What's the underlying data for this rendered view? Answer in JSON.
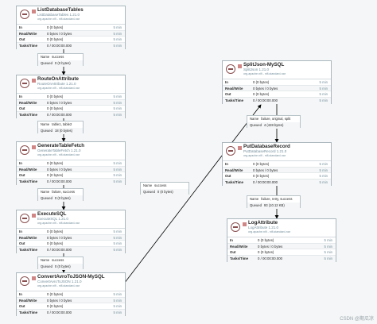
{
  "processors": [
    {
      "name": "ListDatabaseTables",
      "type": "ListDatabaseTables 1.21.0",
      "bundle": "org.apache.nifi - nifi-standard-nar",
      "stats": [
        {
          "label": "In",
          "value": "0 (0 bytes)",
          "period": "5 min"
        },
        {
          "label": "Read/Write",
          "value": "0 bytes / 0 bytes",
          "period": "5 min"
        },
        {
          "label": "Out",
          "value": "0 (0 bytes)",
          "period": "5 min"
        },
        {
          "label": "Tasks/Time",
          "value": "0 / 00:00:00.000",
          "period": "5 min"
        }
      ]
    },
    {
      "name": "RouteOnAttribute",
      "type": "RouteOnAttribute 1.21.0",
      "bundle": "org.apache.nifi - nifi-standard-nar",
      "stats": [
        {
          "label": "In",
          "value": "0 (0 bytes)",
          "period": "5 min"
        },
        {
          "label": "Read/Write",
          "value": "0 bytes / 0 bytes",
          "period": "5 min"
        },
        {
          "label": "Out",
          "value": "0 (0 bytes)",
          "period": "5 min"
        },
        {
          "label": "Tasks/Time",
          "value": "0 / 00:00:00.000",
          "period": "5 min"
        }
      ]
    },
    {
      "name": "GenerateTableFetch",
      "type": "GenerateTableFetch 1.21.0",
      "bundle": "org.apache.nifi - nifi-standard-nar",
      "stats": [
        {
          "label": "In",
          "value": "0 (0 bytes)",
          "period": "5 min"
        },
        {
          "label": "Read/Write",
          "value": "0 bytes / 0 bytes",
          "period": "5 min"
        },
        {
          "label": "Out",
          "value": "0 (0 bytes)",
          "period": "5 min"
        },
        {
          "label": "Tasks/Time",
          "value": "0 / 00:00:00.000",
          "period": "5 min"
        }
      ]
    },
    {
      "name": "ExecuteSQL",
      "type": "ExecuteSQL 1.21.0",
      "bundle": "org.apache.nifi - nifi-standard-nar",
      "stats": [
        {
          "label": "In",
          "value": "0 (0 bytes)",
          "period": "5 min"
        },
        {
          "label": "Read/Write",
          "value": "0 bytes / 0 bytes",
          "period": "5 min"
        },
        {
          "label": "Out",
          "value": "0 (0 bytes)",
          "period": "5 min"
        },
        {
          "label": "Tasks/Time",
          "value": "0 / 00:00:00.000",
          "period": "5 min"
        }
      ]
    },
    {
      "name": "ConvertAvroToJSON-MySQL",
      "type": "ConvertAvroToJSON 1.21.0",
      "bundle": "org.apache.nifi - nifi-standard-nar",
      "stats": [
        {
          "label": "In",
          "value": "0 (0 bytes)",
          "period": "5 min"
        },
        {
          "label": "Read/Write",
          "value": "0 bytes / 0 bytes",
          "period": "5 min"
        },
        {
          "label": "Out",
          "value": "0 (0 bytes)",
          "period": "5 min"
        },
        {
          "label": "Tasks/Time",
          "value": "0 / 00:00:00.000",
          "period": "5 min"
        }
      ]
    },
    {
      "name": "SplitJson-MySQL",
      "type": "SplitJson 1.21.0",
      "bundle": "org.apache.nifi - nifi-standard-nar",
      "stats": [
        {
          "label": "In",
          "value": "0 (0 bytes)",
          "period": "5 min"
        },
        {
          "label": "Read/Write",
          "value": "0 bytes / 0 bytes",
          "period": "5 min"
        },
        {
          "label": "Out",
          "value": "0 (0 bytes)",
          "period": "5 min"
        },
        {
          "label": "Tasks/Time",
          "value": "0 / 00:00:00.000",
          "period": "5 min"
        }
      ]
    },
    {
      "name": "PutDatabaseRecord",
      "type": "PutDatabaseRecord 1.21.0",
      "bundle": "org.apache.nifi - nifi-standard-nar",
      "stats": [
        {
          "label": "In",
          "value": "0 (0 bytes)",
          "period": "5 min"
        },
        {
          "label": "Read/Write",
          "value": "0 bytes / 0 bytes",
          "period": "5 min"
        },
        {
          "label": "Out",
          "value": "0 (0 bytes)",
          "period": "5 min"
        },
        {
          "label": "Tasks/Time",
          "value": "0 / 00:00:00.000",
          "period": "5 min"
        }
      ]
    },
    {
      "name": "LogAttribute",
      "type": "LogAttribute 1.21.0",
      "bundle": "org.apache.nifi - nifi-standard-nar",
      "stats": [
        {
          "label": "In",
          "value": "0 (0 bytes)",
          "period": "5 min"
        },
        {
          "label": "Read/Write",
          "value": "0 bytes / 0 bytes",
          "period": "5 min"
        },
        {
          "label": "Out",
          "value": "0 (0 bytes)",
          "period": "5 min"
        },
        {
          "label": "Tasks/Time",
          "value": "0 / 00:00:00.000",
          "period": "5 min"
        }
      ]
    }
  ],
  "connections": [
    {
      "name_label": "Name",
      "name_value": "success",
      "queued_label": "Queued",
      "queued_value": "0 (0 bytes)"
    },
    {
      "name_label": "Name",
      "name_value": "table1, table2",
      "queued_label": "Queued",
      "queued_value": "18 (0 bytes)"
    },
    {
      "name_label": "Name",
      "name_value": "failure, success",
      "queued_label": "Queued",
      "queued_value": "0 (0 bytes)"
    },
    {
      "name_label": "Name",
      "name_value": "success",
      "queued_label": "Queued",
      "queued_value": "0 (0 bytes)"
    },
    {
      "name_label": "Name",
      "name_value": "success",
      "queued_label": "Queued",
      "queued_value": "0 (0 bytes)"
    },
    {
      "name_label": "Name",
      "name_value": "failure, original, split",
      "queued_label": "Queued",
      "queued_value": "4 (428 bytes)"
    },
    {
      "name_label": "Name",
      "name_value": "failure, retry, success",
      "queued_label": "Queued",
      "queued_value": "93 (10.12 KB)"
    }
  ],
  "icons": {
    "processor": "processor-icon",
    "run_state": "stopped-icon"
  },
  "colors": {
    "canvas": "#f4f6f7",
    "border": "#aab7bd",
    "connection_line": "#000000",
    "stopped": "#d18686"
  },
  "watermark": "CSDN @期瓜凉"
}
